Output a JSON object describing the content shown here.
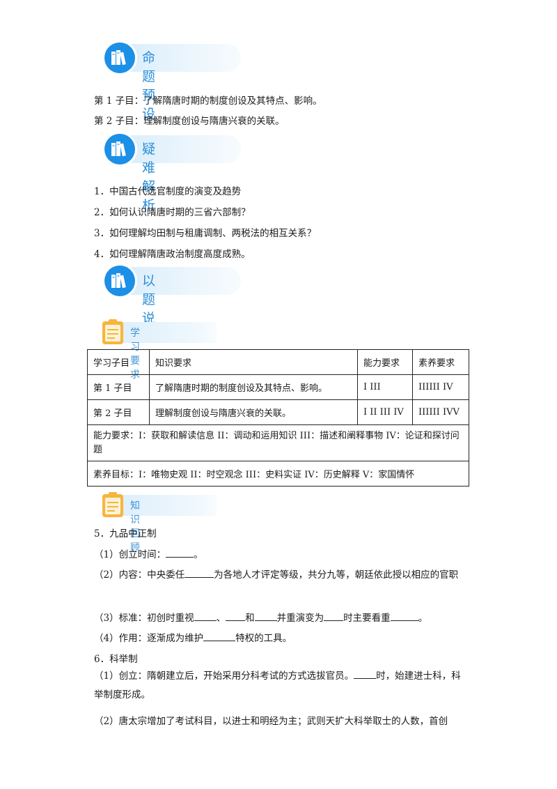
{
  "sections": {
    "s1": "命题预设",
    "s2": "疑难解析",
    "s3": "以题说课"
  },
  "subsections": {
    "sub1": "学习要求",
    "sub2": "知识回顾"
  },
  "preset": [
    "第 1 子目：了解隋唐时期的制度创设及其特点、影响。",
    "第 2 子目：理解制度创设与隋唐兴衰的关联。"
  ],
  "difficulties": [
    "1．中国古代选官制度的演变及趋势",
    "2．如何认识隋唐时期的三省六部制？",
    "3．如何理解均田制与租庸调制、两税法的相互关系？",
    "4．如何理解隋唐政治制度高度成熟。"
  ],
  "table": {
    "headers": [
      "学习子目",
      "知识要求",
      "能力要求",
      "素养要求"
    ],
    "rows": [
      [
        "第 1 子目",
        "了解隋唐时期的制度创设及其特点、影响。",
        "I III",
        "IIIIII IV"
      ],
      [
        "第 2 子目",
        "理解制度创设与隋唐兴衰的关联。",
        "I II III IV",
        "IIIIII IVV"
      ]
    ],
    "ability_note": "能力要求：I：获取和解读信息 II：调动和运用知识 III：描述和阐释事物 IV：论证和探讨问题",
    "literacy_note": "素养目标：I：唯物史观 II：时空观念 III：史料实证 IV：历史解释 V：家国情怀"
  },
  "review": {
    "q5_title": "5．九品中正制",
    "q5_1_pre": "（1）创立时间：",
    "q5_1_post": "。",
    "q5_2_pre": "（2）内容：中央委任",
    "q5_2_post": "为各地人才评定等级，共分九等，朝廷依此授以相应的官职",
    "q5_3_a": "（3）标准：初创时重视",
    "q5_3_b": "、",
    "q5_3_c": "和",
    "q5_3_d": "并重演变为",
    "q5_3_e": "时主要看重",
    "q5_3_f": "。",
    "q5_4_pre": "（4）作用：逐渐成为维护",
    "q5_4_post": "特权的工具。",
    "q6_title": "6．科举制",
    "q6_1_pre": "（1）创立：隋朝建立后，开始采用分科考试的方式选拔官员。",
    "q6_1_post": "时，始建进士科，科举制度形成。",
    "q6_2": "（2）唐太宗增加了考试科目，以进士和明经为主；武则天扩大科举取士的人数，首创"
  }
}
